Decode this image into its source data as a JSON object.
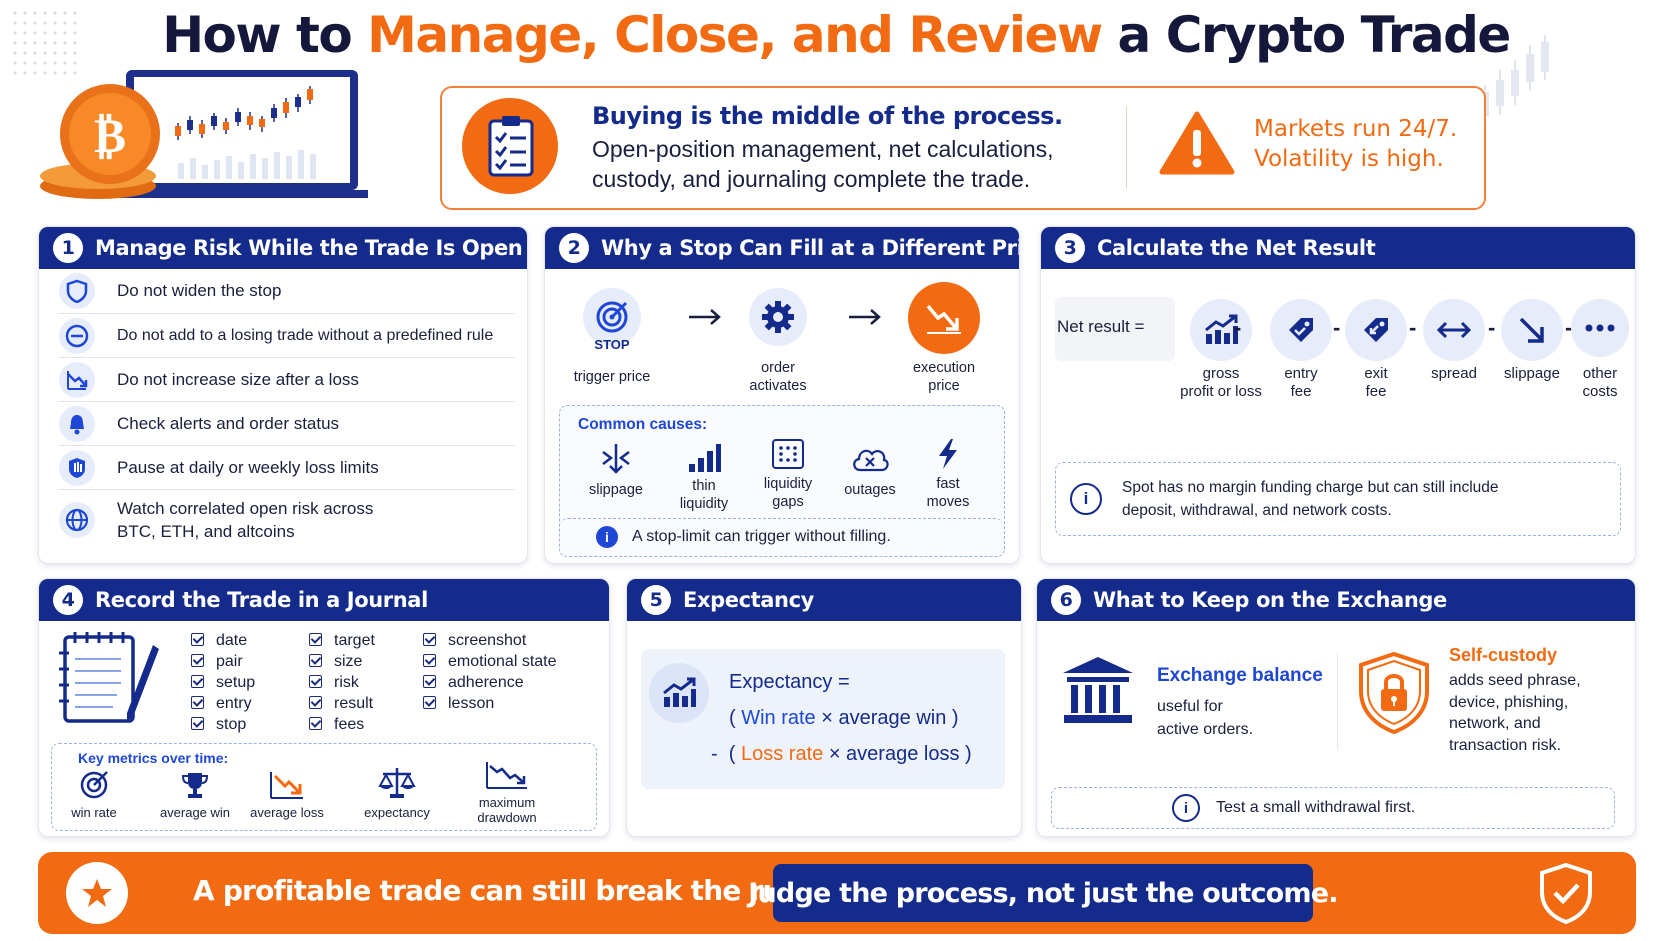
{
  "title": {
    "part1": "How to ",
    "part2": "Manage, Close, and Review",
    "part3": " a Crypto Trade"
  },
  "callout": {
    "heading": "Buying is the middle of the process.",
    "body_line1": "Open-position management, net calculations,",
    "body_line2": "custody, and journaling complete the trade.",
    "warning_line1": "Markets run 24/7.",
    "warning_line2": "Volatility is high."
  },
  "section1": {
    "number": "1",
    "title": "Manage Risk While the Trade Is Open",
    "items": [
      {
        "icon": "shield-icon",
        "text": "Do not widen the stop"
      },
      {
        "icon": "minus-circle-icon",
        "text": "Do not add to a losing trade without a predefined rule"
      },
      {
        "icon": "downtrend-icon",
        "text": "Do not increase size after a loss"
      },
      {
        "icon": "bell-icon",
        "text": "Check alerts and order status"
      },
      {
        "icon": "hand-stop-icon",
        "text": "Pause at daily or weekly loss limits"
      },
      {
        "icon": "globe-icon",
        "text_line1": "Watch correlated open risk across",
        "text_line2": "BTC, ETH, and altcoins"
      }
    ]
  },
  "section2": {
    "number": "2",
    "title": "Why a Stop Can Fill at a Different Price",
    "stop_label": "STOP",
    "flow": [
      {
        "icon": "target-icon",
        "line1": "trigger price",
        "line2": ""
      },
      {
        "icon": "gear-icon",
        "line1": "order",
        "line2": "activates"
      },
      {
        "icon": "price-drop-icon",
        "line1": "execution",
        "line2": "price"
      }
    ],
    "causes_title": "Common causes:",
    "causes": [
      {
        "icon": "slippage-arrows-icon",
        "line1": "slippage",
        "line2": ""
      },
      {
        "icon": "thin-bars-icon",
        "line1": "thin",
        "line2": "liquidity"
      },
      {
        "icon": "grid-gaps-icon",
        "line1": "liquidity",
        "line2": "gaps"
      },
      {
        "icon": "cloud-x-icon",
        "line1": "outages",
        "line2": ""
      },
      {
        "icon": "lightning-icon",
        "line1": "fast",
        "line2": "moves"
      }
    ],
    "note": "A stop-limit can trigger without filling."
  },
  "section3": {
    "number": "3",
    "title": "Calculate the Net Result",
    "label": "Net result =",
    "terms": [
      {
        "icon": "chart-up-icon",
        "line1": "gross",
        "line2": "profit or loss"
      },
      {
        "icon": "tag-in-icon",
        "line1": "entry",
        "line2": "fee"
      },
      {
        "icon": "tag-out-icon",
        "line1": "exit",
        "line2": "fee"
      },
      {
        "icon": "spread-arrows-icon",
        "line1": "spread",
        "line2": ""
      },
      {
        "icon": "slippage-down-icon",
        "line1": "slippage",
        "line2": ""
      },
      {
        "icon": "more-dots-icon",
        "line1": "other",
        "line2": "costs"
      }
    ],
    "note_line1": "Spot has no margin funding charge but can still include",
    "note_line2": "deposit, withdrawal, and network costs."
  },
  "section4": {
    "number": "4",
    "title": "Record the Trade in a Journal",
    "col1": [
      "date",
      "pair",
      "setup",
      "entry",
      "stop"
    ],
    "col2": [
      "target",
      "size",
      "risk",
      "result",
      "fees"
    ],
    "col3": [
      "screenshot",
      "emotional state",
      "adherence",
      "lesson"
    ],
    "metrics_title": "Key metrics over time:",
    "metrics": [
      {
        "icon": "target-icon",
        "line1": "win rate",
        "line2": ""
      },
      {
        "icon": "trophy-icon",
        "line1": "average win",
        "line2": ""
      },
      {
        "icon": "loss-arrow-icon",
        "line1": "average loss",
        "line2": ""
      },
      {
        "icon": "scale-icon",
        "line1": "expectancy",
        "line2": ""
      },
      {
        "icon": "drawdown-icon",
        "line1": "maximum",
        "line2": "drawdown"
      }
    ]
  },
  "section5": {
    "number": "5",
    "title": "Expectancy",
    "line1": "Expectancy =",
    "open1": "( ",
    "win_rate": "Win rate",
    "times1": " × average win )",
    "minus": "-  ( ",
    "loss_rate": "Loss rate",
    "times2": " × average loss )"
  },
  "section6": {
    "number": "6",
    "title": "What to Keep on the Exchange",
    "left_title": "Exchange balance",
    "left_line1": "useful for",
    "left_line2": "active orders.",
    "right_title": "Self-custody",
    "right_lines": [
      "adds seed phrase,",
      "device, phishing,",
      "network, and",
      "transaction risk."
    ],
    "note": "Test a small withdrawal first."
  },
  "footer": {
    "left": "A profitable trade can still break the rules.",
    "right": "Judge the process, not just the outcome."
  },
  "colors": {
    "navy": "#142b8c",
    "orange": "#f26a11",
    "blue": "#1f47d6"
  }
}
